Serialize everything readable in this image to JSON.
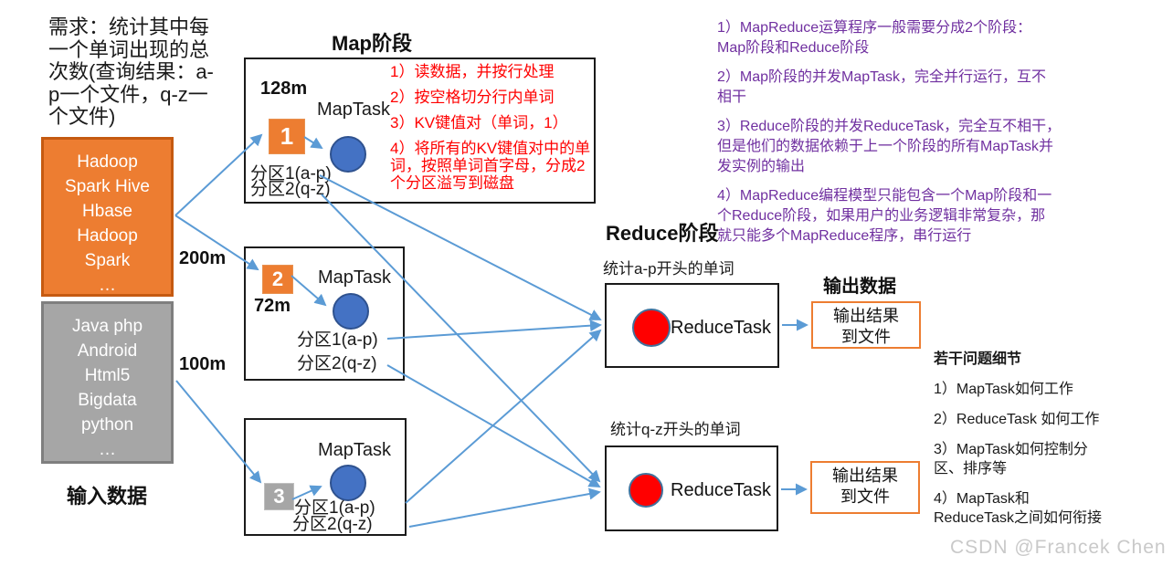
{
  "requirement": "需求：统计其中每\n一个单词出现的总\n次数(查询结果：a-\np一个文件，q-z一\n个文件)",
  "input": {
    "file1_lines": "Hadoop\nSpark Hive\nHbase\nHadoop\nSpark\n…",
    "file2_lines": "Java php\nAndroid\nHtml5\nBigdata\npython\n…",
    "label": "输入数据",
    "file1_size": "200m",
    "file2_size": "100m"
  },
  "map": {
    "title": "Map阶段",
    "splits": [
      {
        "num": "1",
        "size": "128m",
        "task": "MapTask",
        "p1": "分区1(a-p)",
        "p2": "分区2(q-z)"
      },
      {
        "num": "2",
        "size": "72m",
        "task": "MapTask",
        "p1": "分区1(a-p)",
        "p2": "分区2(q-z)"
      },
      {
        "num": "3",
        "size": "",
        "task": "MapTask",
        "p1": "分区1(a-p)",
        "p2": "分区2(q-z)"
      }
    ],
    "steps": [
      "1）读数据，并按行处理",
      "2）按空格切分行内单词",
      "3）KV键值对（单词，1）",
      "4）将所有的KV键值对中的单\n词，按照单词首字母，分成2\n个分区溢写到磁盘"
    ]
  },
  "reduce": {
    "title": "Reduce阶段",
    "tasks": [
      {
        "caption": "统计a-p开头的单词",
        "label": "ReduceTask"
      },
      {
        "caption": "统计q-z开头的单词",
        "label": "ReduceTask"
      }
    ]
  },
  "output": {
    "title": "输出数据",
    "box1": "输出结果\n到文件",
    "box2": "输出结果\n到文件"
  },
  "notes_purple": [
    "1）MapReduce运算程序一般需要分成2个阶段：\nMap阶段和Reduce阶段",
    "2）Map阶段的并发MapTask，完全并行运行，互不\n相干",
    "3）Reduce阶段的并发ReduceTask，完全互不相干，\n但是他们的数据依赖于上一个阶段的所有MapTask并\n发实例的输出",
    "4）MapReduce编程模型只能包含一个Map阶段和一\n个Reduce阶段，如果用户的业务逻辑非常复杂，那\n就只能多个MapReduce程序，串行运行"
  ],
  "details": {
    "title": "若干问题细节",
    "items": [
      "1）MapTask如何工作",
      "2）ReduceTask 如何工作",
      "3）MapTask如何控制分\n区、排序等",
      "4）MapTask和\nReduceTask之间如何衔接"
    ]
  },
  "watermark": "CSDN @Francek Chen",
  "colors": {
    "arrow": "#5B9BD5",
    "orange_fill": "#ED7D31",
    "orange_border": "#C55A11",
    "gray_fill": "#A6A6A6",
    "blue_circle": "#4472C4",
    "red_circle": "#FF0000",
    "red_circle_border": "#41719C",
    "red_text": "#FF0000",
    "purple_text": "#7030A0"
  }
}
